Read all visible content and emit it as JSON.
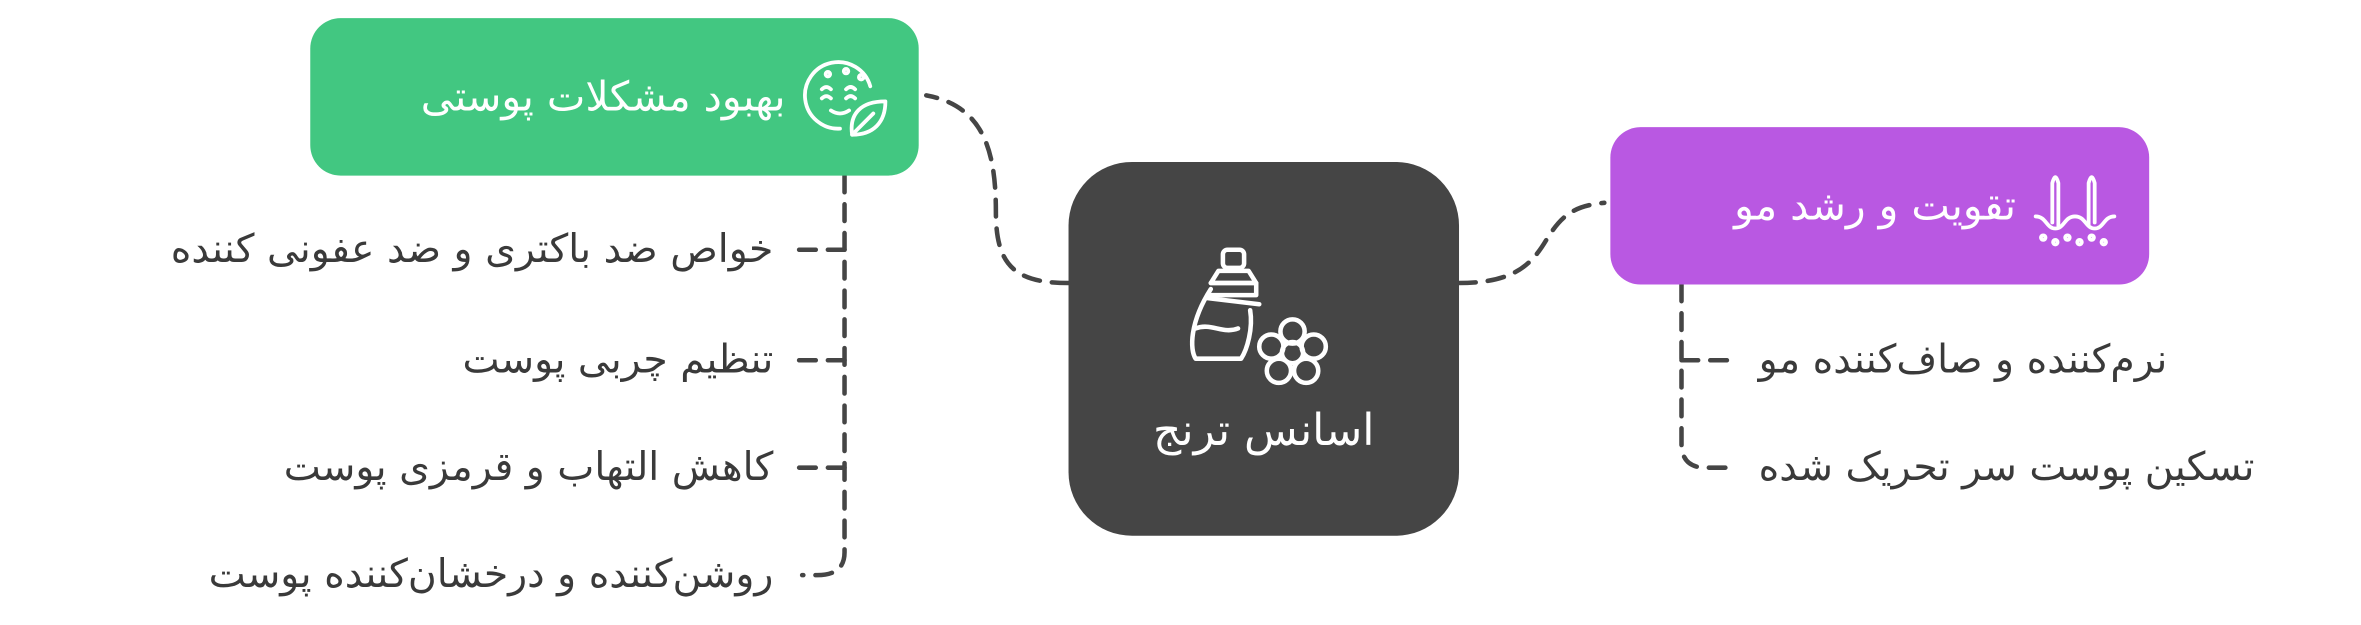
{
  "center": {
    "label": "اسانس ترنج",
    "icon": "perfume-bottle-flower-icon"
  },
  "left_branch": {
    "label": "بهبود مشکلات پوستی",
    "icon": "skin-leaf-icon",
    "color": "#42c781",
    "items": [
      "خواص ضد باکتری و ضد عفونی کننده",
      "تنظیم چربی پوست",
      "کاهش التهاب و قرمزی پوست",
      "روشن‌کننده و درخشان‌کننده پوست"
    ]
  },
  "right_branch": {
    "label": "تقویت و رشد مو",
    "icon": "hair-growth-icon",
    "color": "#b958e2",
    "items": [
      "نرم‌کننده و صاف‌کننده مو",
      "تسکین پوست سر تحریک شده"
    ]
  },
  "colors": {
    "center": "#454545",
    "connector": "#454545",
    "text": "#3a3a3a"
  }
}
